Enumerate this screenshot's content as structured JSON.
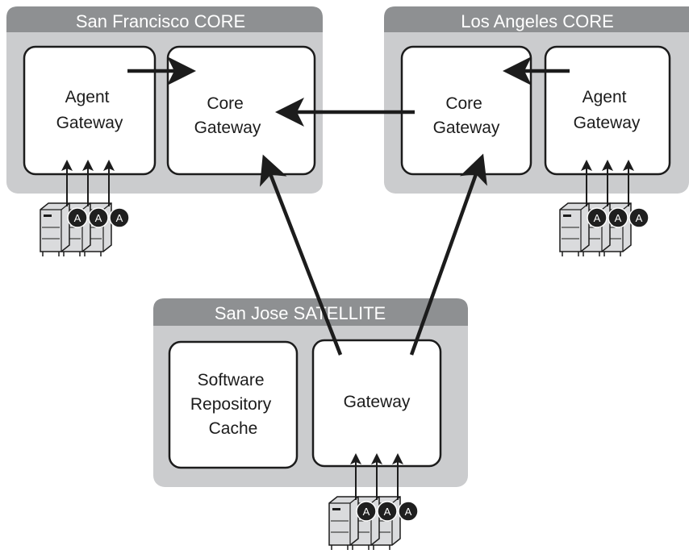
{
  "regions": {
    "san_francisco": {
      "title": "San Francisco CORE",
      "left_node": [
        "Agent",
        "Gateway"
      ],
      "right_node": [
        "Core",
        "Gateway"
      ],
      "agents": [
        "A",
        "A",
        "A"
      ]
    },
    "los_angeles": {
      "title": "Los Angeles CORE",
      "left_node": [
        "Core",
        "Gateway"
      ],
      "right_node": [
        "Agent",
        "Gateway"
      ],
      "agents": [
        "A",
        "A",
        "A"
      ]
    },
    "san_jose": {
      "title": "San Jose SATELLITE",
      "left_node": [
        "Software",
        "Repository",
        "Cache"
      ],
      "right_node": [
        "Gateway"
      ],
      "agents": [
        "A",
        "A",
        "A"
      ]
    }
  },
  "colors": {
    "region_fill": "#cbccce",
    "region_header": "#8e9092",
    "node_border": "#1c1c1c",
    "arrow": "#1c1c1c",
    "agent_badge": "#1f1f1f",
    "server_body": "#dadbdd"
  }
}
